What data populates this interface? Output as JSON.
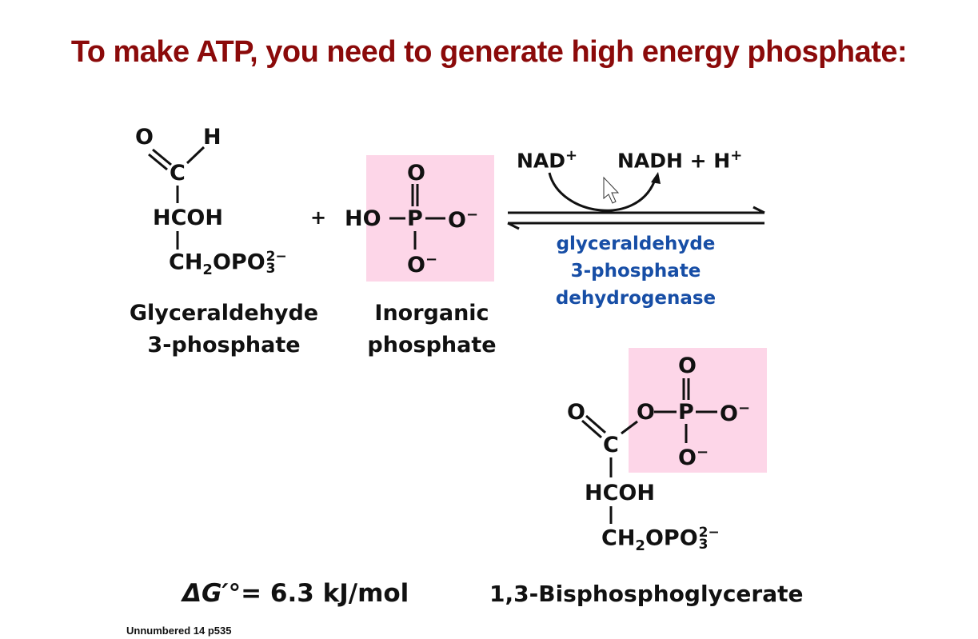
{
  "slide": {
    "title": "To make ATP, you need to generate high energy phosphate:",
    "colors": {
      "title": "#8b0a0a",
      "enzyme": "#174ea6",
      "highlight": "#fdd6e8",
      "text": "#111111"
    }
  },
  "reaction": {
    "reactant1": {
      "atoms": {
        "o": "O",
        "h": "H",
        "c": "C",
        "hcoh": "HCOH",
        "ch2": "CH",
        "ch2_sub": "2",
        "opo": "OPO",
        "charge_top": "2−",
        "charge_sub": "3"
      },
      "name_line1": "Glyceraldehyde",
      "name_line2": "3-phosphate"
    },
    "plus": "+",
    "reactant2": {
      "atoms": {
        "ho": "HO",
        "p": "P",
        "o_top": "O",
        "o_right": "O",
        "o_bottom": "O",
        "minus": "−"
      },
      "name_line1": "Inorganic",
      "name_line2": "phosphate"
    },
    "cofactors": {
      "nad": "NAD",
      "nad_charge": "+",
      "nadh": "NADH + H",
      "nadh_charge": "+"
    },
    "enzyme": {
      "line1": "glyceraldehyde",
      "line2": "3-phosphate",
      "line3": "dehydrogenase"
    },
    "product": {
      "atoms": {
        "o": "O",
        "c": "C",
        "o_link": "O",
        "p": "P",
        "o_top": "O",
        "o_right": "O",
        "o_bottom": "O",
        "minus": "−",
        "hcoh": "HCOH",
        "ch2": "CH",
        "ch2_sub": "2",
        "opo": "OPO",
        "charge_top": "2−",
        "charge_sub": "3"
      },
      "name": "1,3-Bisphosphoglycerate"
    },
    "free_energy": {
      "symbol": "ΔG′°",
      "equals": "=",
      "value": "6.3 kJ/mol"
    }
  },
  "footer": {
    "reference": "Unnumbered 14 p535"
  }
}
